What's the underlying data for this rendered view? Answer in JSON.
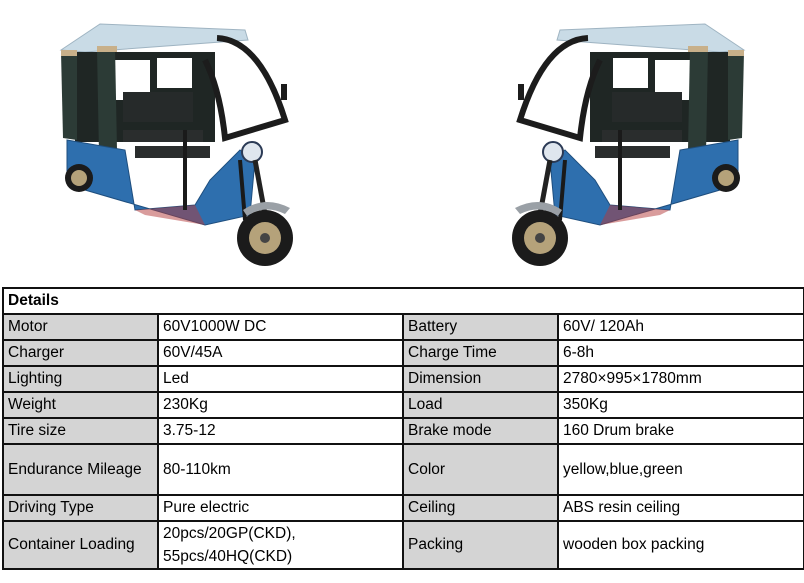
{
  "images": {
    "left": {
      "alt": "blue electric rickshaw, front-right three-quarter view"
    },
    "right": {
      "alt": "blue electric rickshaw, front-left three-quarter view"
    }
  },
  "colors": {
    "body_blue": "#2e6fae",
    "roof": "#c9dbe6",
    "curtain": "#2c3b36",
    "label_bg": "#d4d4d4",
    "border": "#111111"
  },
  "table": {
    "title": "Details",
    "rows": [
      [
        {
          "label": "Motor",
          "value": "60V1000W DC"
        },
        {
          "label": "Battery",
          "value": "60V/ 120Ah"
        }
      ],
      [
        {
          "label": "Charger",
          "value": "60V/45A"
        },
        {
          "label": "Charge Time",
          "value": "6-8h"
        }
      ],
      [
        {
          "label": "Lighting",
          "value": "Led"
        },
        {
          "label": "Dimension",
          "value": "2780×995×1780mm"
        }
      ],
      [
        {
          "label": "Weight",
          "value": "230Kg"
        },
        {
          "label": "Load",
          "value": "350Kg"
        }
      ],
      [
        {
          "label": "Tire size",
          "value": "3.75-12"
        },
        {
          "label": "Brake mode",
          "value": "160 Drum brake"
        }
      ],
      [
        {
          "label": "Endurance Mileage",
          "value": "80-110km"
        },
        {
          "label": "Color",
          "value": "yellow,blue,green"
        }
      ],
      [
        {
          "label": "Driving Type",
          "value": "Pure electric"
        },
        {
          "label": "Ceiling",
          "value": "ABS resin ceiling"
        }
      ],
      [
        {
          "label": "Container Loading",
          "value_line1": "20pcs/20GP(CKD),",
          "value_line2": "55pcs/40HQ(CKD)"
        },
        {
          "label": "Packing",
          "value": "wooden box packing"
        }
      ]
    ]
  }
}
